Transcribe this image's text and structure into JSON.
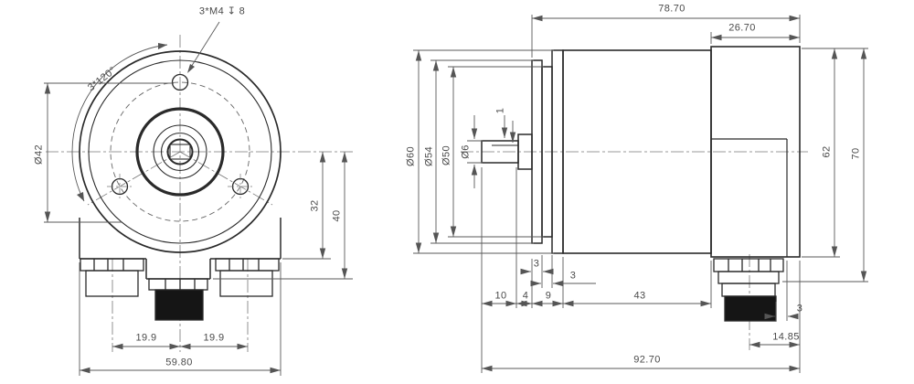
{
  "front_view": {
    "thread_callout": "3*M4 ↧ 8",
    "hole_pattern": "3*120°",
    "bolt_circle_diameter": "Ø42",
    "dim_center_to_bottom": "32",
    "dim_center_to_connector": "40",
    "dim_pitch_left": "19.9",
    "dim_pitch_right": "19.9",
    "dim_overall_width": "59.80"
  },
  "side_view": {
    "dim_front_to_rear": "78.70",
    "dim_rear_section": "26.70",
    "dia_flange": "Ø60",
    "dia_plate": "Ø54",
    "dia_pilot": "Ø50",
    "dia_shaft": "Ø6",
    "dim_shaft_flat": "1",
    "dim_rear_height": "62",
    "dim_overall_height": "70",
    "dim_plate_thk_front": "3",
    "dim_plate_thk_mid": "3",
    "dim_shaft_length": "10",
    "dim_boss_length": "4",
    "dim_flange_pack": "9",
    "dim_main_body": "43",
    "dim_connector_edge": "3",
    "dim_connector_offset": "14.85",
    "dim_overall_length": "92.70"
  },
  "colors": {
    "line": "#2a2a2a",
    "dim": "#5a5a5a",
    "fill_connector": "#151515"
  }
}
